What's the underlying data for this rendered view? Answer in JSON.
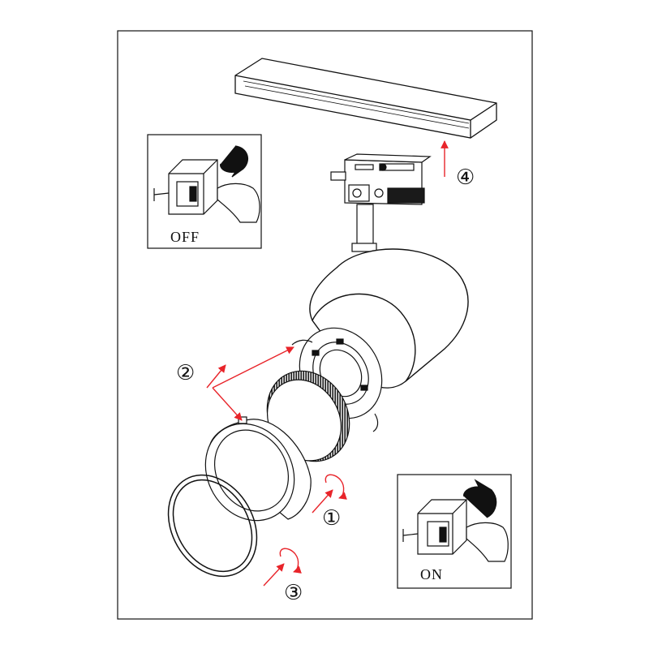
{
  "insets": {
    "off": {
      "label": "OFF"
    },
    "on": {
      "label": "ON"
    }
  },
  "steps": [
    {
      "id": "step-1",
      "label": "①"
    },
    {
      "id": "step-2",
      "label": "②"
    },
    {
      "id": "step-3",
      "label": "③"
    },
    {
      "id": "step-4",
      "label": "④"
    }
  ],
  "colors": {
    "line": "#111111",
    "arrow": "#e8242a",
    "dark_fill": "#1a1a1a"
  }
}
